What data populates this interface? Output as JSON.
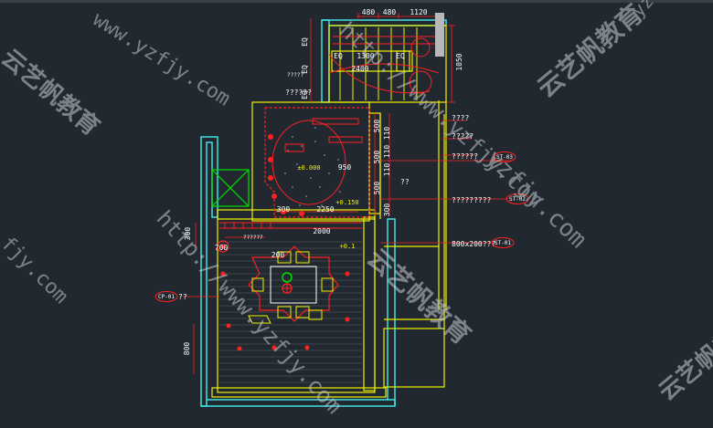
{
  "watermark": {
    "url": "http://www.yzfjy.com",
    "url_mid": "www.yzfjy.com",
    "url_short": "yzfjy.com",
    "url_frag": "fjy.com",
    "brand": "云艺帆教育"
  },
  "dims": {
    "top1": "480",
    "top2": "480",
    "top3": "1120",
    "right_top": "1050",
    "eq1": "EQ",
    "eq2": "EQ",
    "eq3": "EQ",
    "d1300": "1300",
    "d2400": "2400",
    "d950": "950",
    "d300a": "300",
    "d2250": "2250",
    "d2000": "2000",
    "d700": "700",
    "d200": "200",
    "d800": "800",
    "d500a": "500",
    "d500b": "500",
    "d500c": "500",
    "d110a": "110",
    "d110b": "110",
    "d110c": "110",
    "d300b": "300",
    "d300c": "300",
    "lvl1": "±0.000",
    "lvl2": "+0.150",
    "lvl3": "+0.1"
  },
  "labels": {
    "q1": "????",
    "q2": "?????",
    "q3": "??????",
    "q4": "?????????",
    "q5": "??",
    "q6": "??????",
    "tile": "800x200???",
    "left_q": "??",
    "left_small1": "?????",
    "left_small2": "??????",
    "eq_left1": "EQ",
    "eq_left2": "EQ",
    "eq_left3": "EQ"
  },
  "tags": {
    "st03": "ST-03",
    "st02": "ST-02",
    "st01": "ST-01",
    "cp01": "CP-01"
  },
  "colors": {
    "background": "#212830",
    "yellow": "#f0f000",
    "red": "#ff2020",
    "green": "#00e000",
    "cyan": "#40e0e0",
    "white": "#ffffff",
    "watermark": "#c8ccd0"
  }
}
